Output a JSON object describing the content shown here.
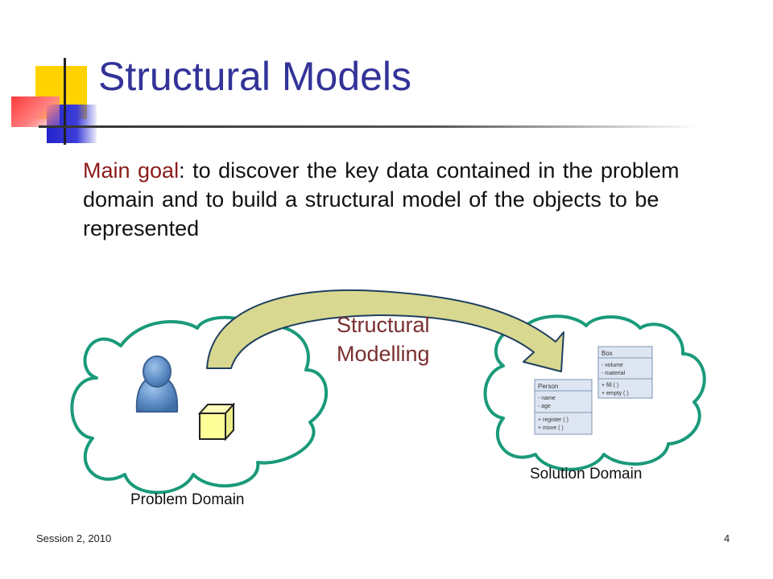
{
  "slide": {
    "title": "Structural Models",
    "body": {
      "label": "Main goal",
      "separator": ":",
      "text": " to discover the key data contained in the problem domain and to build a structural model of the objects to be represented"
    },
    "footer_left": "Session 2, 2010",
    "page_number": "4"
  },
  "diagram": {
    "arrow_label_line1": "Structural",
    "arrow_label_line2": "Modelling",
    "problem_domain_label": "Problem Domain",
    "solution_domain_label": "Solution Domain",
    "problem_domain_icons": [
      "person-icon",
      "cube-icon"
    ],
    "uml_classes": [
      {
        "name": "Box",
        "attributes": [
          "- volume",
          "- material"
        ],
        "operations": [
          "+ fill ( )",
          "+ empty ( )"
        ]
      },
      {
        "name": "Person",
        "attributes": [
          "- name",
          "- age"
        ],
        "operations": [
          "+ register ( )",
          "+ move ( )"
        ]
      }
    ],
    "colors": {
      "title": "#333399",
      "cloud_outline": "#1a9a7a",
      "arrow_fill": "#d8d890",
      "goal_label": "#8b1a1a",
      "modelling_label": "#7a2f2f"
    }
  }
}
